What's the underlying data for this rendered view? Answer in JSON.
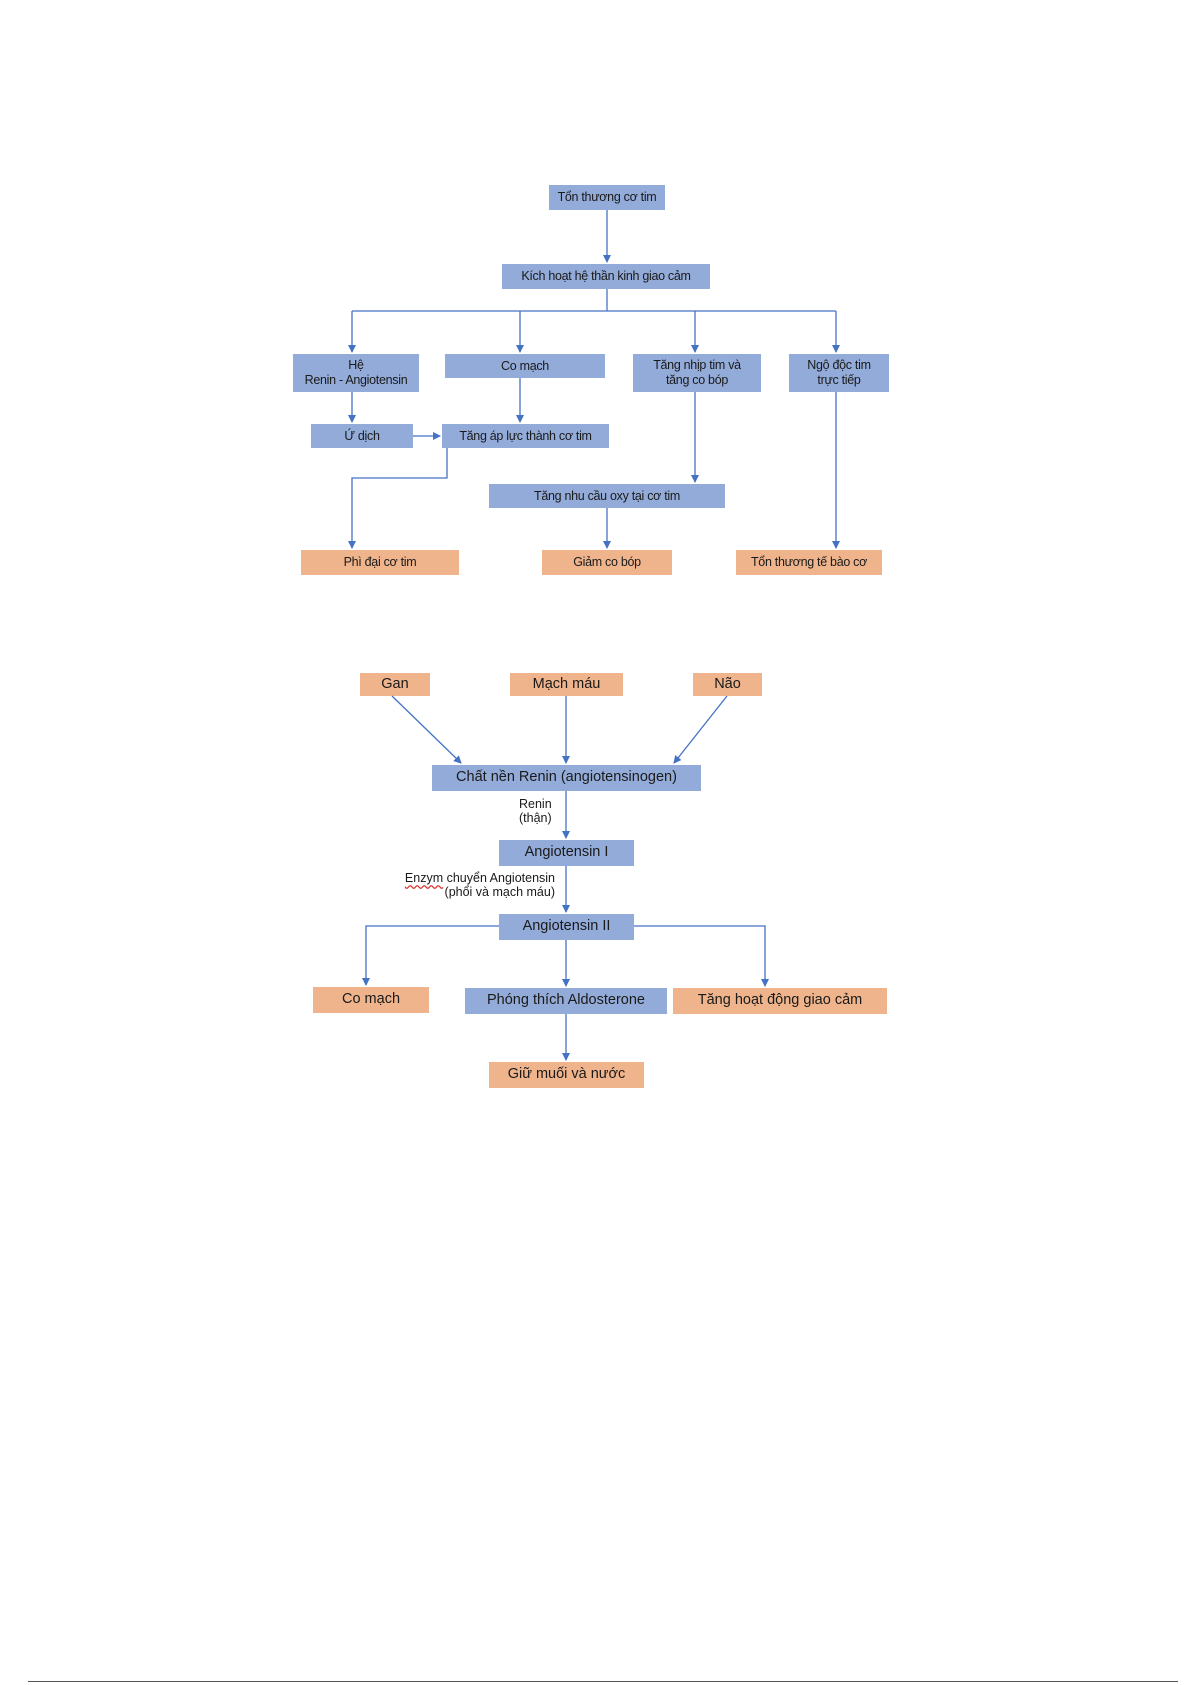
{
  "diagram1": {
    "nodes": {
      "ton_thuong_co_tim": "Tổn thương cơ tim",
      "kich_hoat": "Kích hoạt hệ thần kinh giao cảm",
      "he_raas_line1": "Hệ",
      "he_raas_line2": "Renin - Angiotensin",
      "co_mach": "Co mạch",
      "tang_nhip_line1": "Tăng nhịp tim và",
      "tang_nhip_line2": "tăng co bóp",
      "ngo_doc_line1": "Ngộ độc tim",
      "ngo_doc_line2": "trực tiếp",
      "u_dich": "Ứ dịch",
      "tang_ap_luc": "Tăng áp lực thành cơ tim",
      "tang_nhu_cau": "Tăng nhu cầu oxy tại cơ tim",
      "phi_dai": "Phì đại cơ tim",
      "giam_co_bop": "Giảm co bóp",
      "ton_thuong_te_bao": "Tổn thương tế bào cơ"
    }
  },
  "diagram2": {
    "nodes": {
      "gan": "Gan",
      "mach_mau": "Mạch máu",
      "nao": "Não",
      "chat_nen": "Chất nền Renin (angiotensinogen)",
      "angiotensin_1": "Angiotensin I",
      "angiotensin_2": "Angiotensin II",
      "co_mach": "Co mạch",
      "phong_thich": "Phóng thích Aldosterone",
      "tang_hoat_dong": "Tăng hoạt động giao cảm",
      "giu_muoi": "Giữ muối và nước"
    },
    "labels": {
      "renin_line1": "Renin",
      "renin_line2": "(thận)",
      "enzym_word": "Enzym",
      "enzym_rest": " chuyển Angiotensin",
      "enzym_line2": "(phổi và mạch máu)"
    }
  },
  "colors": {
    "box_blue": "#93abd9",
    "box_orange": "#efb48c",
    "arrow": "#4472c4"
  }
}
